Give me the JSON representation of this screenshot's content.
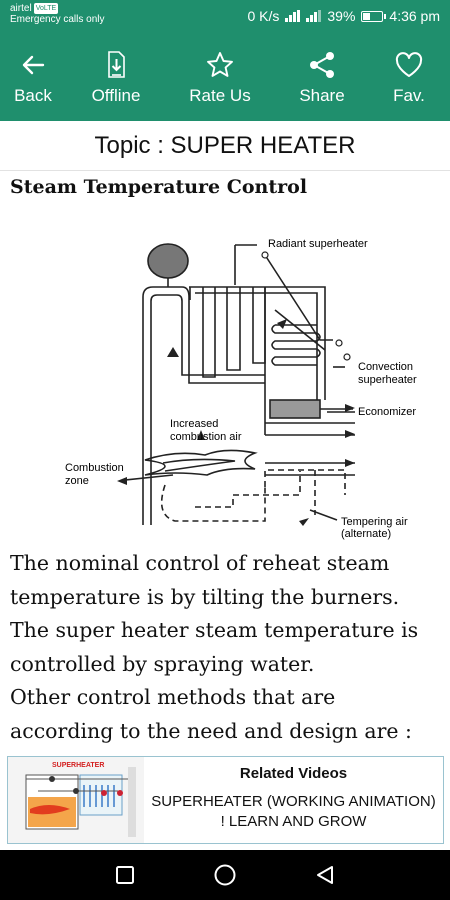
{
  "status_bar": {
    "carrier": "airtel",
    "carrier_tag": "VoLTE",
    "emergency": "Emergency calls only",
    "speed": "0 K/s",
    "battery": "39%",
    "battery_level": 0.39,
    "time": "4:36 pm"
  },
  "toolbar": {
    "back_label": "Back",
    "offline_label": "Offline",
    "rate_label": "Rate Us",
    "share_label": "Share",
    "fav_label": "Fav."
  },
  "topic": "Topic : SUPER HEATER",
  "heading": "Steam Temperature Control",
  "diagram": {
    "radiant": "Radiant superheater",
    "convection_1": "Convection",
    "convection_2": "superheater",
    "economizer": "Economizer",
    "increased_1": "Increased",
    "increased_2": "combustion air",
    "combustion_1": "Combustion",
    "combustion_2": "zone",
    "tempering_1": "Tempering air",
    "tempering_2": "(alternate)"
  },
  "body_lines": [
    "The nominal control of reheat steam",
    "temperature is by tilting the burners.",
    "The super heater steam temperature is",
    "controlled by spraying water.",
    "Other control methods that are",
    "according to the need and design are :"
  ],
  "related": {
    "heading": "Related Videos",
    "title": "SUPERHEATER (WORKING ANIMATION) ! LEARN AND GROW",
    "thumb_label": "SUPERHEATER"
  },
  "colors": {
    "primary": "#1f8f6d",
    "related_border": "#9ac3d0"
  }
}
